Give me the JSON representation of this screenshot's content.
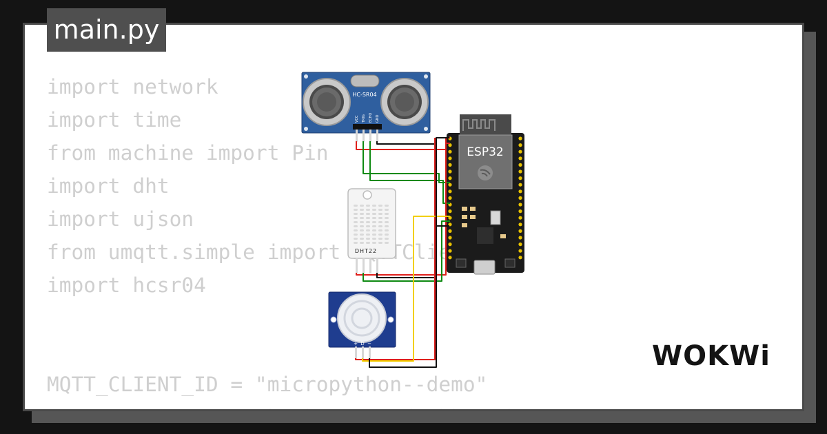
{
  "file": {
    "name": "main.py"
  },
  "code": {
    "lines": [
      "import network",
      "import time",
      "from machine import Pin",
      "import dht",
      "import ujson",
      "from umqtt.simple import MQTTClient",
      "import hcsr04",
      "",
      "",
      "MQTT_CLIENT_ID = \"micropython--demo\"",
      "MQTT_BROKER    = \"broker.mqttdashboard.com\""
    ]
  },
  "components": {
    "ultrasonic": {
      "model": "HC-SR04",
      "pins": [
        "VCC",
        "TRIG",
        "ECHO",
        "GND"
      ]
    },
    "mcu": {
      "label": "ESP32"
    },
    "temp_sensor": {
      "label": "DHT22"
    },
    "pir": {
      "pins": [
        "+",
        "D",
        "−"
      ]
    }
  },
  "brand": {
    "logo_text": "WOKWi"
  },
  "colors": {
    "background": "#141414",
    "card": "#ffffff",
    "tab": "#4f4f4f",
    "code": "#cfcfcf",
    "wire_red": "#e0201c",
    "wire_black": "#111111",
    "wire_green": "#0e8a12",
    "wire_yellow": "#f2cf00"
  }
}
